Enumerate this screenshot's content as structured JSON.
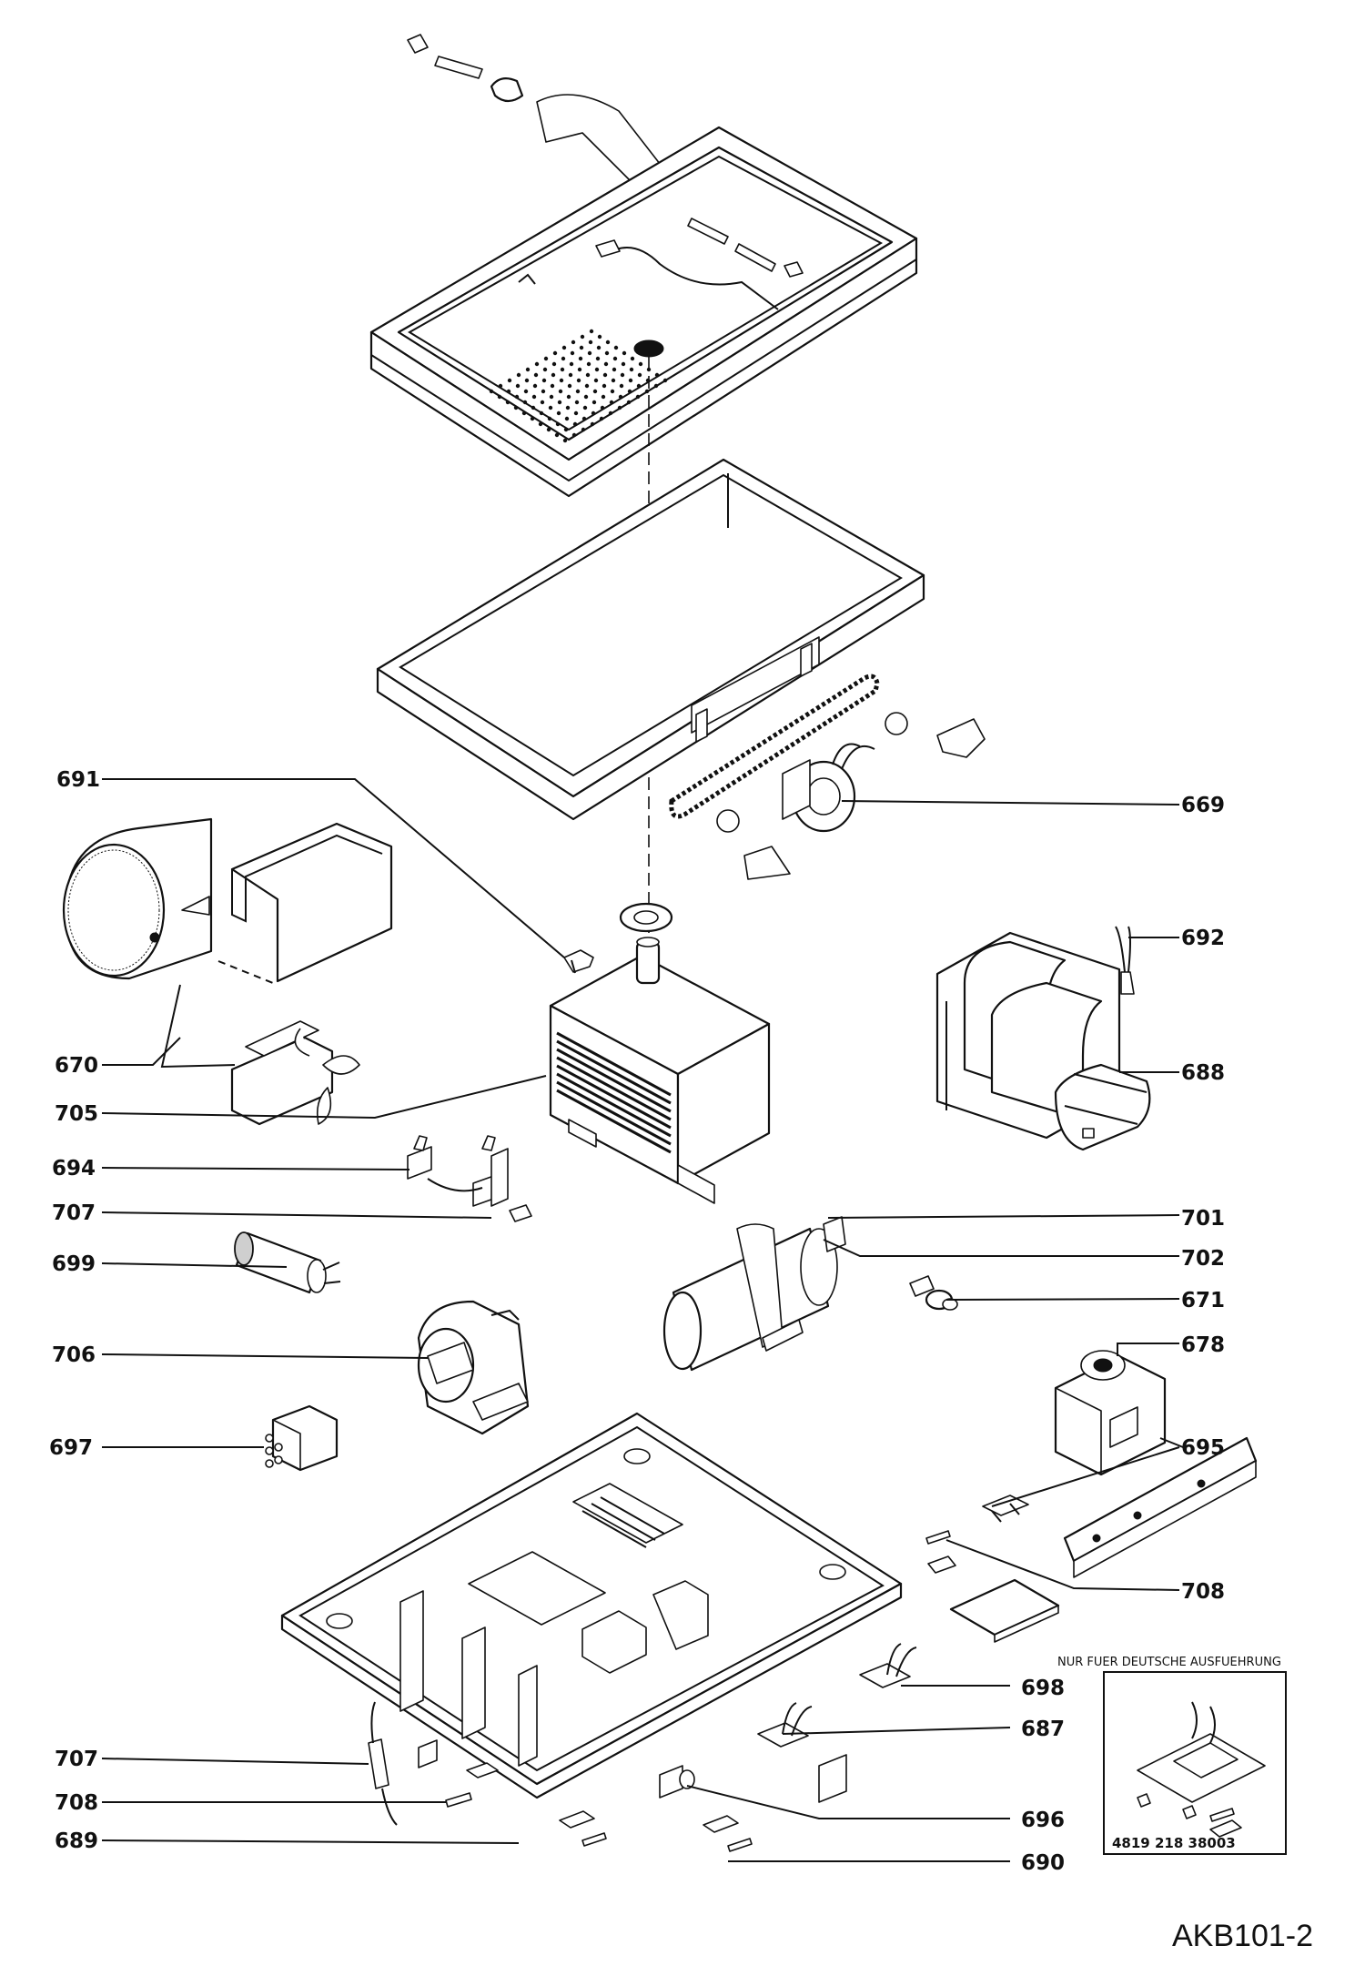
{
  "callouts": {
    "c691": "691",
    "c669": "669",
    "c692": "692",
    "c670": "670",
    "c688": "688",
    "c705": "705",
    "c694": "694",
    "c707a": "707",
    "c701": "701",
    "c699": "699",
    "c702": "702",
    "c671": "671",
    "c706": "706",
    "c678": "678",
    "c697": "697",
    "c695": "695",
    "c708a": "708",
    "c698": "698",
    "c687": "687",
    "c707b": "707",
    "c708b": "708",
    "c696": "696",
    "c689": "689",
    "c690": "690"
  },
  "inset": {
    "heading": "NUR FUER DEUTSCHE AUSFUEHRUNG",
    "part_number": "4819 218 38003"
  },
  "reference": "AKB101-2"
}
